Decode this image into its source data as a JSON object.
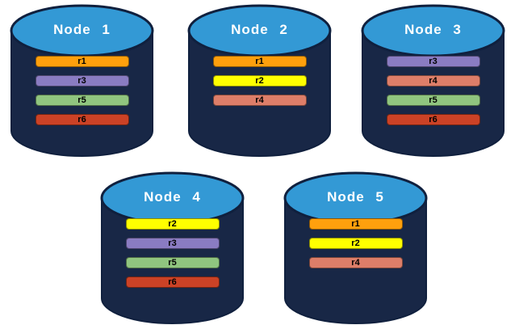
{
  "diagram": {
    "kind": "database-replica-distribution",
    "palette": {
      "cylinder_body": "#182746",
      "cylinder_top": "#3399D5",
      "cylinder_outline": "#10203E",
      "title_text": "#FFFFFF",
      "bar_text": "#000000"
    },
    "replica_colors": {
      "r1": "#FFA00D",
      "r2": "#FFFF00",
      "r3": "#8A7CC2",
      "r4": "#DD7E69",
      "r5": "#90C57F",
      "r6": "#CB4226"
    },
    "nodes": [
      {
        "label": "Node 1",
        "replicas": [
          "r1",
          "r3",
          "r5",
          "r6"
        ]
      },
      {
        "label": "Node 2",
        "replicas": [
          "r1",
          "r2",
          "r4"
        ]
      },
      {
        "label": "Node 3",
        "replicas": [
          "r3",
          "r4",
          "r5",
          "r6"
        ]
      },
      {
        "label": "Node 4",
        "replicas": [
          "r2",
          "r3",
          "r5",
          "r6"
        ]
      },
      {
        "label": "Node 5",
        "replicas": [
          "r1",
          "r2",
          "r4"
        ]
      }
    ]
  }
}
